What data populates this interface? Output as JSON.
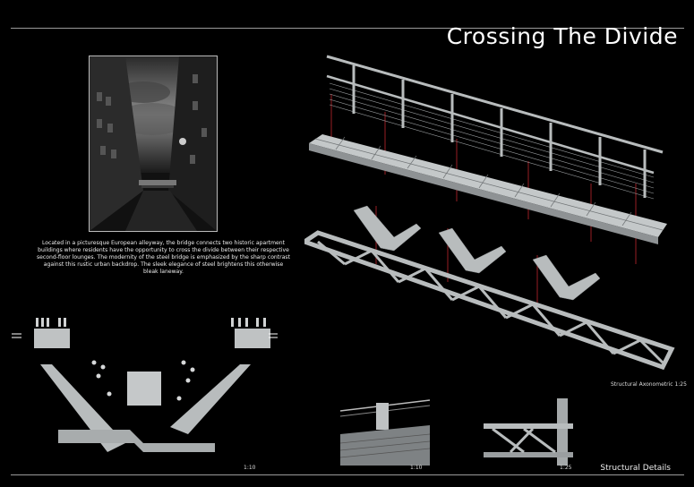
{
  "header": {
    "title": "Crossing The Divide"
  },
  "description": "Located in a picturesque European alleyway, the bridge connects two historic apartment buildings where residents have the opportunity to cross the divide between their respective second-floor lounges. The modernity of the steel bridge is emphasized by the sharp contrast against this rustic urban backdrop. The sleek elegance of steel brightens this otherwise bleak laneway.",
  "captions": {
    "axonometric": "Structural Axonometric 1:25",
    "detail_a": "1:10",
    "detail_b": "1:10",
    "detail_c": "1:25"
  },
  "footer": {
    "label": "Structural Details"
  },
  "colors": {
    "background": "#000000",
    "steel": "#b8bcbd",
    "rule": "#9a9a9a",
    "connector": "#c0262c"
  }
}
